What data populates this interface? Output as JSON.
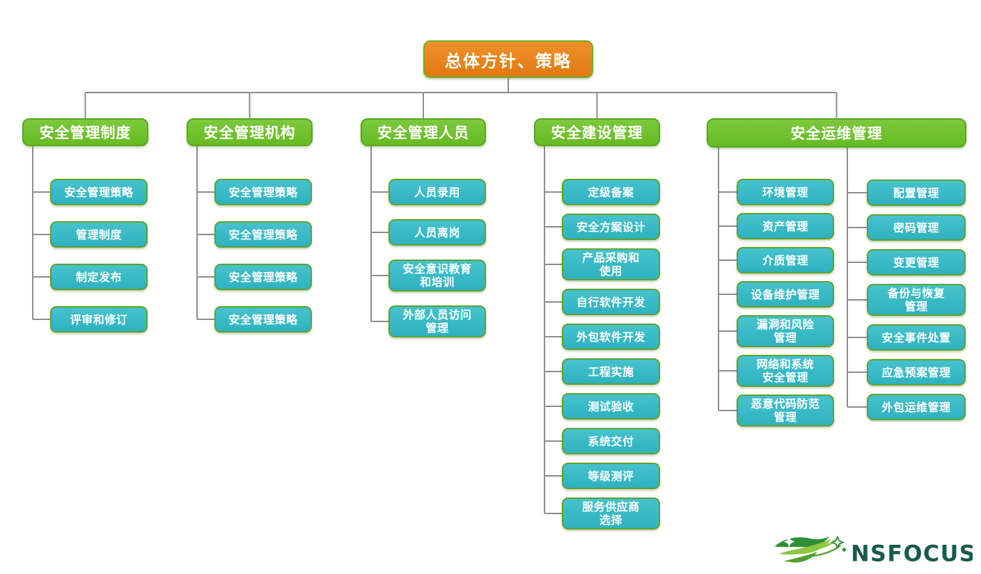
{
  "root": {
    "label": "总体方针、策略"
  },
  "columns": [
    {
      "header": "安全管理制度",
      "children": [
        "安全管理策略",
        "管理制度",
        "制定发布",
        "评审和修订"
      ]
    },
    {
      "header": "安全管理机构",
      "children": [
        "安全管理策略",
        "安全管理策略",
        "安全管理策略",
        "安全管理策略"
      ]
    },
    {
      "header": "安全管理人员",
      "children": [
        "人员录用",
        "人员离岗",
        "安全意识教育\n和培训",
        "外部人员访问\n管理"
      ]
    },
    {
      "header": "安全建设管理",
      "children": [
        "定级备案",
        "安全方案设计",
        "产品采购和\n使用",
        "自行软件开发",
        "外包软件开发",
        "工程实施",
        "测试验收",
        "系统交付",
        "等级测评",
        "服务供应商\n选择"
      ]
    },
    {
      "header": "安全运维管理",
      "children_left": [
        "环境管理",
        "资产管理",
        "介质管理",
        "设备维护管理",
        "漏洞和风险\n管理",
        "网络和系统\n安全管理",
        "恶意代码防范\n管理"
      ],
      "children_right": [
        "配置管理",
        "密码管理",
        "变更管理",
        "备份与恢复\n管理",
        "安全事件处置",
        "应急预案管理",
        "外包运维管理"
      ]
    }
  ],
  "logo": {
    "brand": "NSFOCUS"
  },
  "colors": {
    "root_fill": "#e8821c",
    "branch_fill": "#6fc22e",
    "branch_border": "#58a71c",
    "node_fill": "#38b8c4",
    "node_border": "#5da32b",
    "connector_line": "#8d8d8d",
    "brand_green": "#175b4b"
  }
}
